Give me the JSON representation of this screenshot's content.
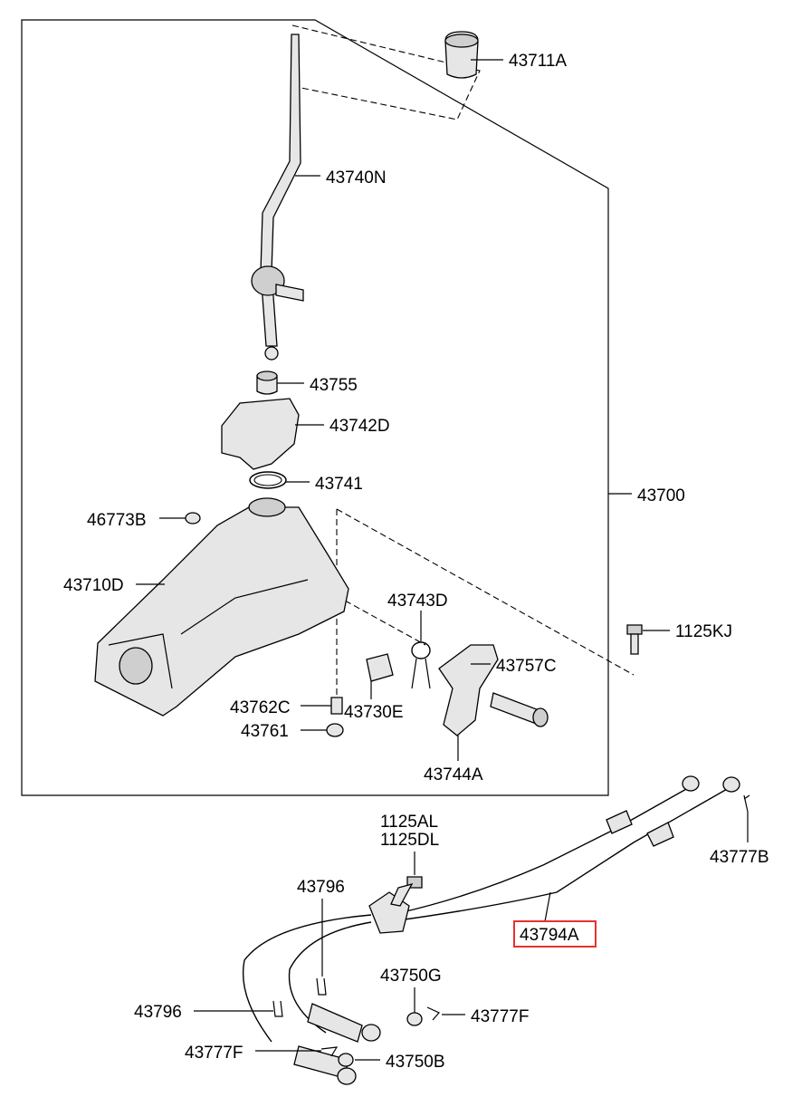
{
  "highlight_color": "#e8312f",
  "labels": {
    "p43711A": "43711A",
    "p43740N": "43740N",
    "p43755": "43755",
    "p43742D": "43742D",
    "p43741": "43741",
    "p43700": "43700",
    "p46773B": "46773B",
    "p43710D": "43710D",
    "p43743D": "43743D",
    "p1125KJ": "1125KJ",
    "p43757C": "43757C",
    "p43762C": "43762C",
    "p43730E": "43730E",
    "p43761": "43761",
    "p43744A": "43744A",
    "p1125AL": "1125AL",
    "p1125DL": "1125DL",
    "p43777B": "43777B",
    "p43796_top": "43796",
    "p43794A": "43794A",
    "p43750G": "43750G",
    "p43796_left": "43796",
    "p43777F_right": "43777F",
    "p43777F_left": "43777F",
    "p43750B": "43750B"
  }
}
